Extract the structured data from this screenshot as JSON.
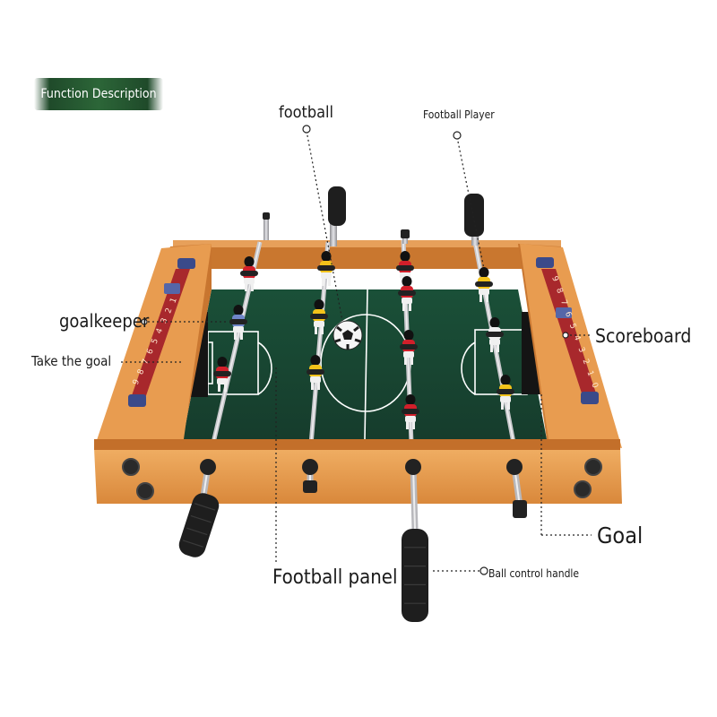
{
  "title": "Function Description",
  "labels": {
    "football": "football",
    "football_player": "Football Player",
    "goalkeeper": "goalkeeper",
    "take_the_goal": "Take the goal",
    "scoreboard": "Scoreboard",
    "goal": "Goal",
    "football_panel": "Football panel",
    "ball_control_handle": "Ball control handle"
  },
  "scoreboards": {
    "left_numbers": [
      "1",
      "2",
      "3",
      "4",
      "5",
      "6",
      "7",
      "8",
      "9"
    ],
    "right_numbers": [
      "9",
      "8",
      "7",
      "6",
      "5",
      "4",
      "3",
      "2",
      "1",
      "0"
    ]
  },
  "colors": {
    "wood_light": "#e9a25a",
    "wood_dark": "#b86422",
    "field_green": "#1f4a35",
    "field_dark": "#163425",
    "team_red": "#d11f2a",
    "team_yellow": "#f2c21a",
    "goalkeeper_blue": "#6f86c9",
    "handle_black": "#1e1e1e",
    "rod_steel": "#b8b8bc",
    "badge_green": "#2c6638",
    "scoreboard_red": "#a8282c"
  }
}
